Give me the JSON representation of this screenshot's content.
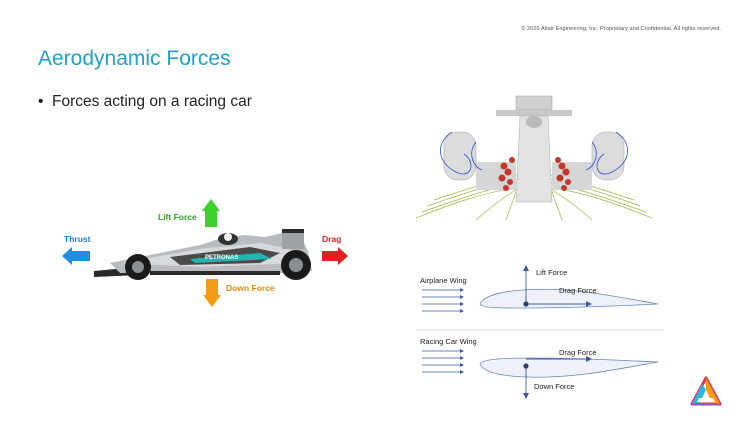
{
  "header": {
    "copyright": "© 2020 Altair Engineering, Inc. Proprietary and Confidential. All rights reserved."
  },
  "slide": {
    "title": "Aerodynamic Forces",
    "bullets": [
      "Forces acting on a racing car"
    ]
  },
  "car_figure": {
    "lift_label": "Lift Force",
    "thrust_label": "Thrust",
    "drag_label": "Drag",
    "down_label": "Down Force",
    "sponsor_text": "PETRONAS",
    "colors": {
      "lift": "#3fcf2a",
      "thrust": "#1e8fe0",
      "drag": "#e02020",
      "down": "#f39c12",
      "label_lift": "#2e9e22",
      "label_thrust": "#1e7fc9",
      "label_drag": "#d92020",
      "label_down": "#e08a0c"
    }
  },
  "wing_figure": {
    "airplane_label": "Airplane Wing",
    "racing_label": "Racing Car Wing",
    "lift_label": "Lift Force",
    "drag_label_top": "Drag Force",
    "drag_label_bottom": "Drag Force",
    "down_label": "Down Force"
  },
  "logo": {
    "name": "altair-logo"
  }
}
